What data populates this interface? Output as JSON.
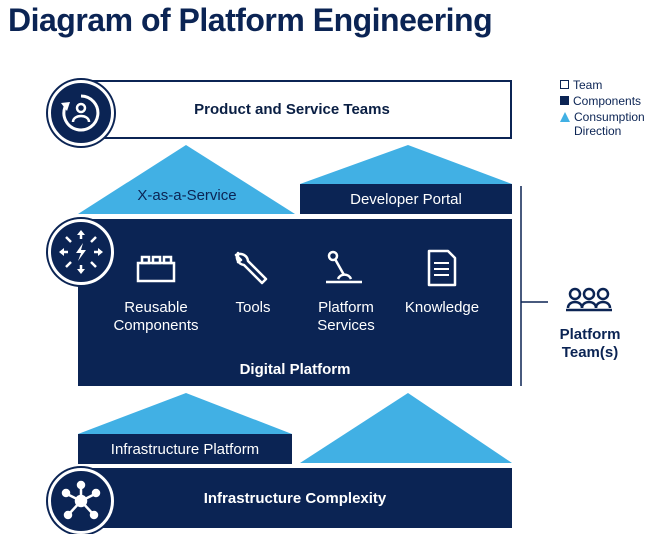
{
  "title": "Diagram of Platform Engineering",
  "legend": {
    "team": "Team",
    "components": "Components",
    "consumption": "Consumption",
    "direction": "Direction"
  },
  "boxes": {
    "product_teams": "Product and Service Teams",
    "xaas": "X-as-a-Service",
    "dev_portal": "Developer Portal",
    "digital_platform": "Digital Platform",
    "infra_platform": "Infrastructure Platform",
    "infra_complexity": "Infrastructure Complexity"
  },
  "components": [
    {
      "line1": "Reusable",
      "line2": "Components",
      "icon": "lego-brick-icon"
    },
    {
      "line1": "Tools",
      "line2": "",
      "icon": "wrench-icon"
    },
    {
      "line1": "Platform",
      "line2": "Services",
      "icon": "joystick-icon"
    },
    {
      "line1": "Knowledge",
      "line2": "",
      "icon": "document-icon"
    }
  ],
  "platform_teams": {
    "line1": "Platform",
    "line2": "Team(s)"
  },
  "colors": {
    "navy": "#0b2454",
    "light_blue": "#41b0e4",
    "white": "#ffffff"
  }
}
